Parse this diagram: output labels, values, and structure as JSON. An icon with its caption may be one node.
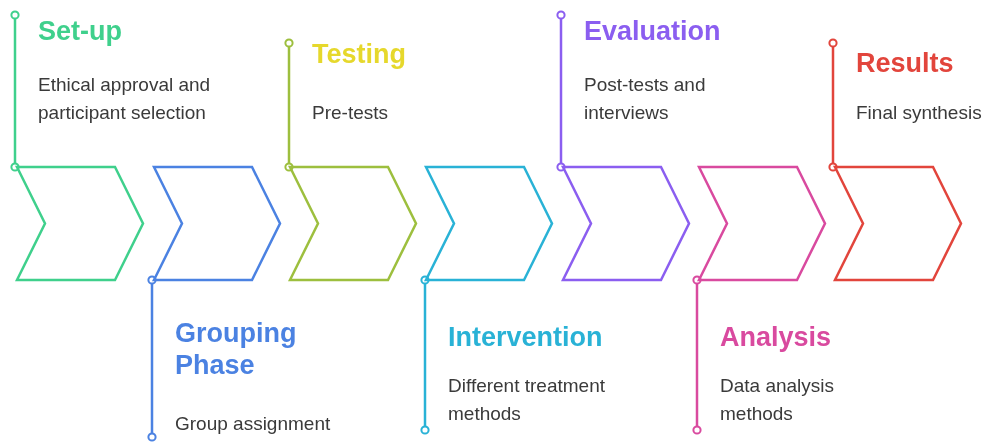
{
  "diagram": {
    "nodes": [
      {
        "text": [
          "Set-up",
          "Ethical approval and participant selection"
        ]
      },
      {
        "text": [
          "Grouping Phase",
          "Group assignment"
        ]
      },
      {
        "text": [
          "Testing",
          "Pre-tests"
        ]
      },
      {
        "text": [
          "Intervention",
          "Different treatment methods"
        ]
      },
      {
        "text": [
          "Evaluation",
          "Post-tests and interviews"
        ]
      },
      {
        "text": [
          "Analysis",
          "Data analysis methods"
        ]
      },
      {
        "text": [
          "Results",
          "Final synthesis"
        ]
      },
      {
        "text": [],
        "shape": "chevron"
      },
      {
        "text": [],
        "shape": "chevron"
      },
      {
        "text": [],
        "shape": "chevron"
      },
      {
        "text": [],
        "shape": "chevron"
      },
      {
        "text": [],
        "shape": "chevron"
      },
      {
        "text": [],
        "shape": "chevron"
      },
      {
        "text": [],
        "shape": "chevron"
      }
    ],
    "edges": [
      {
        "from": 0,
        "to": 7,
        "arrow": "other",
        "color": "#3fd08c"
      },
      {
        "from": 1,
        "to": 8,
        "arrow": "other",
        "color": "#4b82e2"
      },
      {
        "from": 2,
        "to": 9,
        "arrow": "other",
        "color": "#9dbf3e"
      },
      {
        "from": 3,
        "to": 10,
        "arrow": "other",
        "color": "#29b2d6"
      },
      {
        "from": 4,
        "to": 11,
        "arrow": "other",
        "color": "#8b5ef0"
      },
      {
        "from": 5,
        "to": 12,
        "arrow": "other",
        "color": "#d94a9f"
      },
      {
        "from": 6,
        "to": 13,
        "arrow": "other",
        "color": "#e2453c"
      }
    ]
  }
}
